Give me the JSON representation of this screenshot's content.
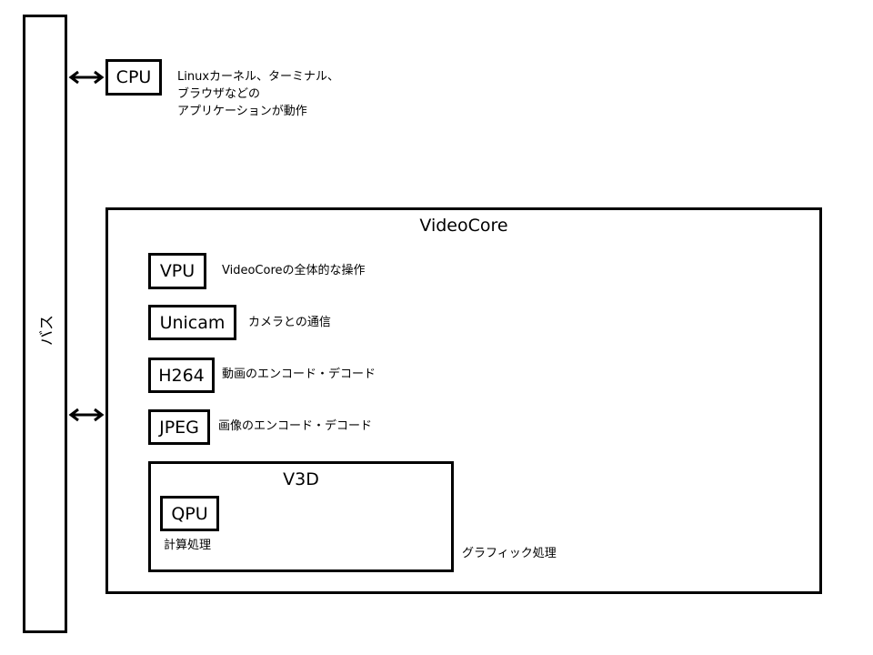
{
  "bus": {
    "label": "バス"
  },
  "cpu": {
    "label": "CPU",
    "description_lines": [
      "Linuxカーネル、ターミナル、",
      "ブラウザなどの",
      "アプリケーションが動作"
    ]
  },
  "videocore": {
    "title": "VideoCore",
    "vpu": {
      "label": "VPU",
      "description": "VideoCoreの全体的な操作"
    },
    "unicam": {
      "label": "Unicam",
      "description": "カメラとの通信"
    },
    "h264": {
      "label": "H264",
      "description": "動画のエンコード・デコード"
    },
    "jpeg": {
      "label": "JPEG",
      "description": "画像のエンコード・デコード"
    },
    "v3d": {
      "label": "V3D",
      "description": "グラフィック処理",
      "qpu": {
        "label": "QPU",
        "description": "計算処理"
      }
    }
  }
}
